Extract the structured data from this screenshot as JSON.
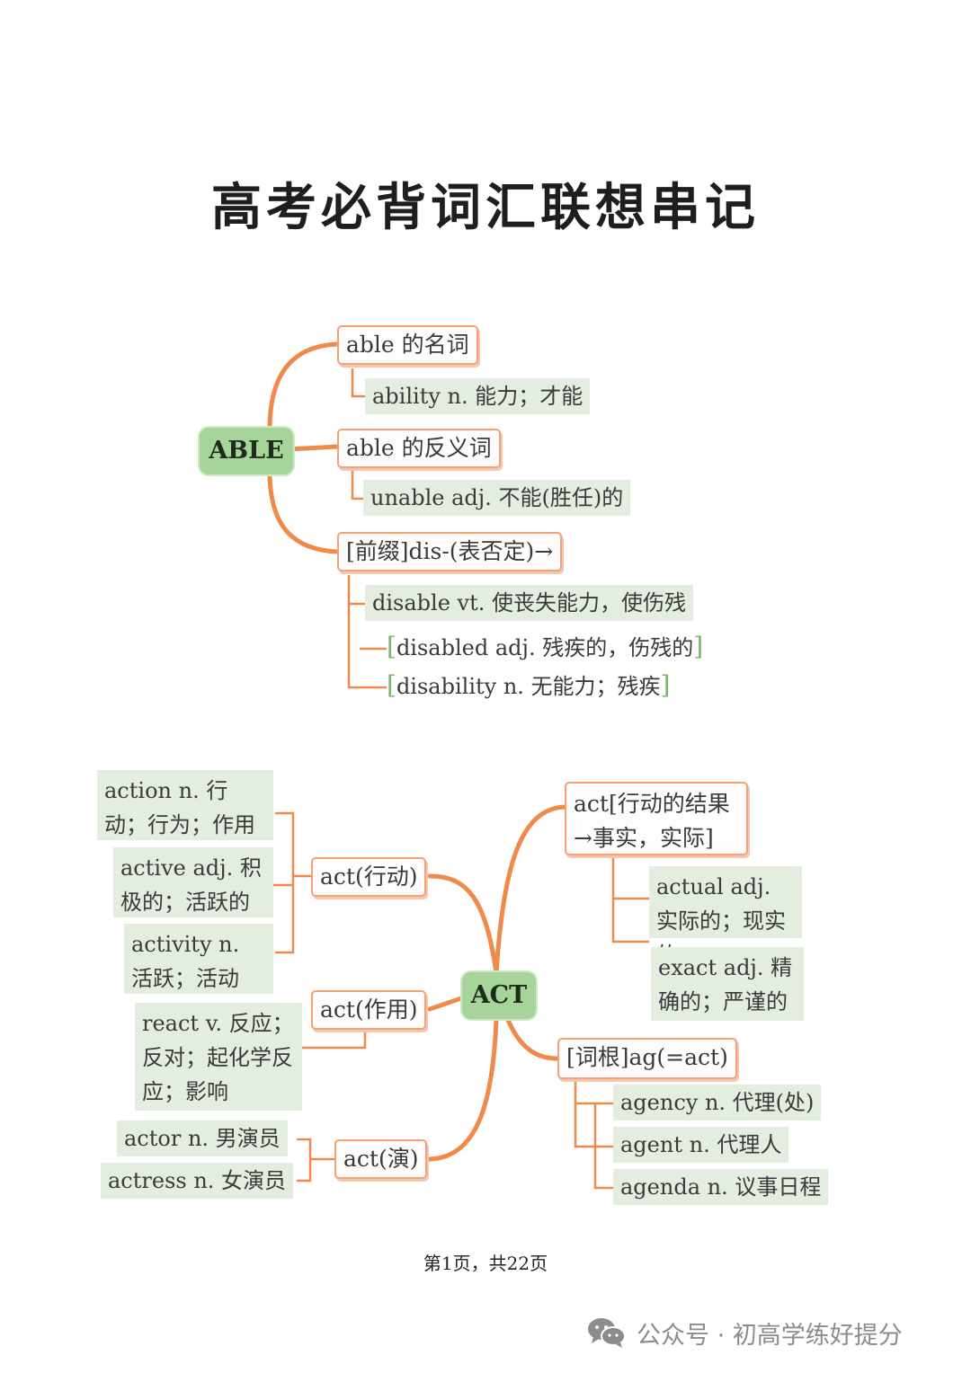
{
  "title": "高考必背词汇联想串记",
  "able": {
    "root": "ABLE",
    "cat_noun": "able 的名词",
    "leaf_ability": "ability n. 能力；才能",
    "cat_antonym": "able 的反义词",
    "leaf_unable": "unable adj. 不能(胜任)的",
    "cat_prefix": "[前缀]dis-(表否定)→",
    "leaf_disable": "disable vt. 使丧失能力，使伤残",
    "sub_disabled": "disabled adj. 残疾的，伤残的",
    "sub_disability": "disability n. 无能力；残疾"
  },
  "act": {
    "root": "ACT",
    "cat_action": "act(行动)",
    "leaf_action": "action n. 行动；行为；作用",
    "leaf_active": "active adj. 积极的；活跃的",
    "leaf_activity": "activity n. 活跃；活动",
    "cat_effect": "act(作用)",
    "leaf_react": "react v. 反应；反对；起化学反应；影响",
    "cat_perform": "act(演)",
    "leaf_actor": "actor n. 男演员",
    "leaf_actress": "actress n. 女演员",
    "cat_result": "act[行动的结果→事实，实际]",
    "leaf_actual": "actual adj. 实际的；现实的",
    "leaf_exact": "exact adj. 精确的；严谨的",
    "cat_root": "[词根]ag(=act)",
    "leaf_agency": "agency n. 代理(处)",
    "leaf_agent": "agent n. 代理人",
    "leaf_agenda": "agenda n. 议事日程"
  },
  "footer": "第1页，共22页",
  "watermark": "公众号 · 初高学练好提分",
  "colors": {
    "branch_orange": "#f08a4b",
    "root_green": "#a7d49a",
    "leaf_green": "#e3eee0",
    "box_border": "#f4a176"
  }
}
